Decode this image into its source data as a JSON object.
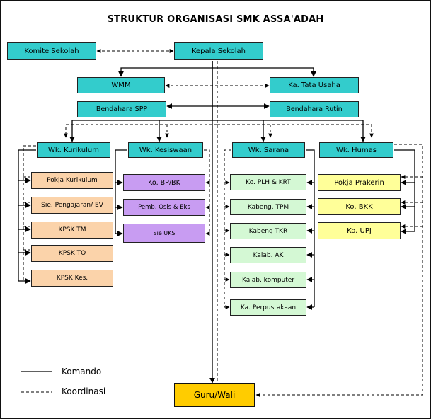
{
  "title": "STRUKTUR ORGANISASI SMK ASSA'ADAH",
  "top": {
    "komite": "Komite Sekolah",
    "kepala": "Kepala Sekolah",
    "wmm": "WMM",
    "tata_usaha": "Ka. Tata Usaha",
    "bendahara_spp": "Bendahara SPP",
    "bendahara_rutin": "Bendahara Rutin"
  },
  "wakil": {
    "kurikulum": "Wk. Kurikulum",
    "kesiswaan": "Wk. Kesiswaan",
    "sarana": "Wk. Sarana",
    "humas": "Wk. Humas"
  },
  "kurikulum_items": [
    "Pokja Kurikulum",
    "Sie. Pengajaran/ EV",
    "KPSK TM",
    "KPSK TO",
    "KPSK Kes."
  ],
  "kesiswaan_items": [
    "Ko. BP/BK",
    "Pemb. Osis & Eks",
    "Sie UKS"
  ],
  "sarana_items": [
    "Ko. PLH & KRT",
    "Kabeng. TPM",
    "Kabeng TKR",
    "Kalab. AK",
    "Kalab. komputer",
    "Ka. Perpustakaan"
  ],
  "humas_items": [
    "Pokja Prakerin",
    "Ko. BKK",
    "Ko. UPJ"
  ],
  "guru": "Guru/Wali",
  "legend": {
    "komando": "Komando",
    "koordinasi": "Koordinasi"
  }
}
